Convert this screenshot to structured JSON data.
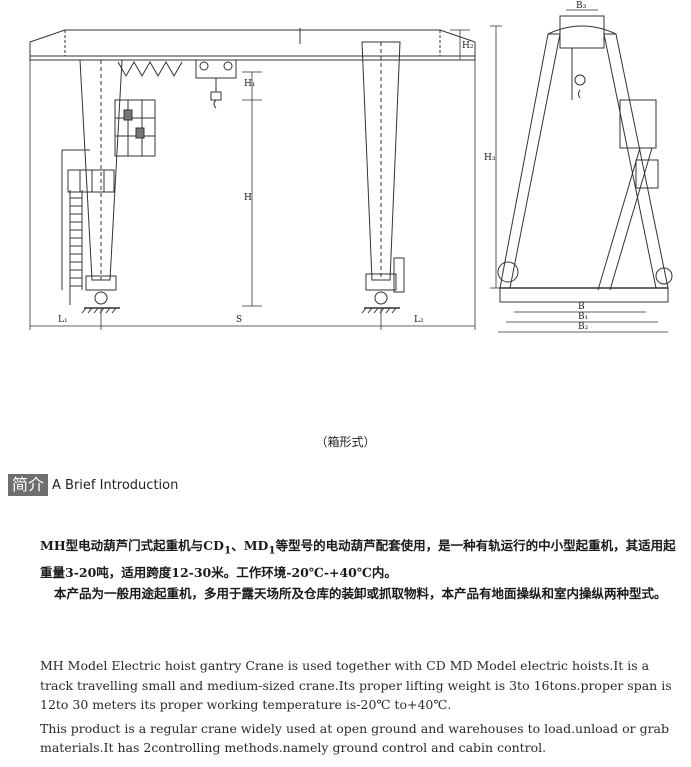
{
  "drawing": {
    "dim_labels": {
      "L1": "L₁",
      "S": "S",
      "L2": "L₂",
      "H": "H",
      "H1": "H₁",
      "H2": "H₂",
      "H3": "H₃",
      "B": "B",
      "B1": "B₁",
      "B2": "B₂",
      "B3": "B₃"
    }
  },
  "caption": "（箱形式）",
  "intro": {
    "tag": "简介",
    "title_en": "A Brief Introduction",
    "zh_p1_a": "MH型电动葫芦门式起重机与CD",
    "zh_p1_sub1": "1",
    "zh_p1_b": "、MD",
    "zh_p1_sub2": "1",
    "zh_p1_c": "等型号的电动葫芦配套使用，是一种有轨运行的中小型起重机，其适用起重量3-20吨，适用跨度12-30米。工作环境-20℃-+40℃内。",
    "zh_p2": "本产品为一般用途起重机，多用于露天场所及仓库的装卸或抓取物料，本产品有地面操纵和室内操纵两种型式。",
    "en_p1": "MH Model Electric hoist gantry Crane is used together with CD MD Model electric hoists.It is a track travelling small and medium-sized crane.Its proper lifting weight is 3to 16tons.proper span  is 12to 30 meters its proper working temperature is-20℃ to+40℃.",
    "en_p2": "This product is a regular crane widely used at open ground and warehouses to load.unload or grab materials.It has 2controlling methods.namely ground control and cabin control."
  }
}
